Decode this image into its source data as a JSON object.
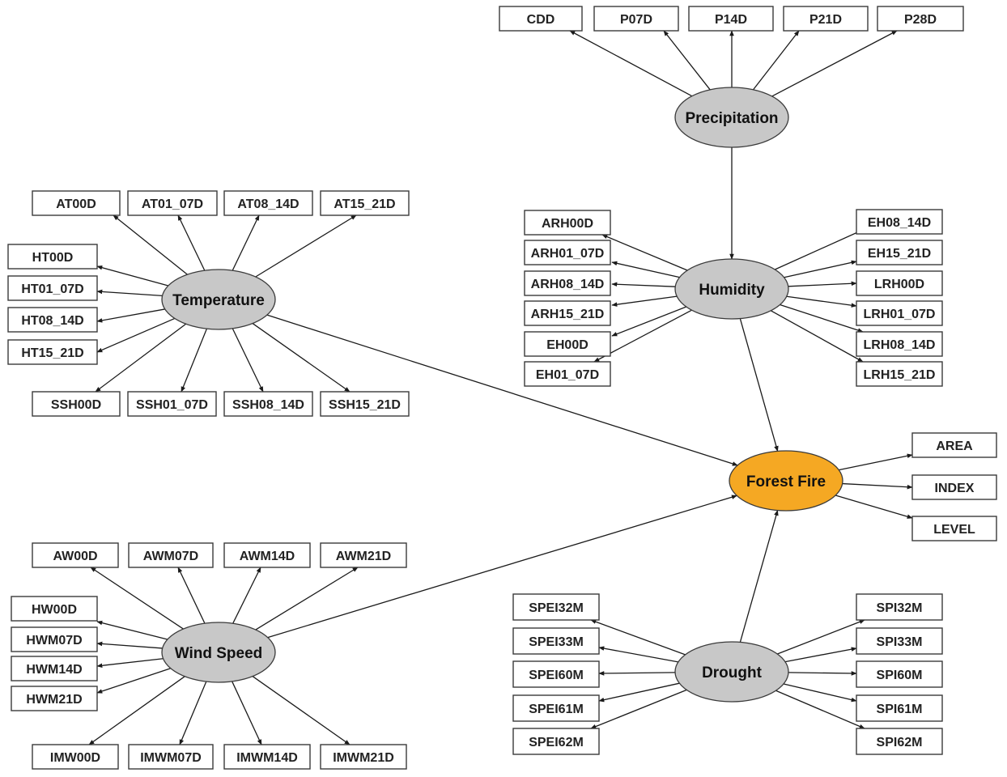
{
  "constructs": {
    "precipitation": "Precipitation",
    "temperature": "Temperature",
    "humidity": "Humidity",
    "forest_fire": "Forest Fire",
    "wind_speed": "Wind Speed",
    "drought": "Drought"
  },
  "indicators": {
    "precipitation": [
      "CDD",
      "P07D",
      "P14D",
      "P21D",
      "P28D"
    ],
    "temperature": [
      "AT00D",
      "AT01_07D",
      "AT08_14D",
      "AT15_21D",
      "HT00D",
      "HT01_07D",
      "HT08_14D",
      "HT15_21D",
      "SSH00D",
      "SSH01_07D",
      "SSH08_14D",
      "SSH15_21D"
    ],
    "humidity": [
      "ARH00D",
      "ARH01_07D",
      "ARH08_14D",
      "ARH15_21D",
      "EH00D",
      "EH01_07D",
      "EH08_14D",
      "EH15_21D",
      "LRH00D",
      "LRH01_07D",
      "LRH08_14D",
      "LRH15_21D"
    ],
    "forest_fire": [
      "AREA",
      "INDEX",
      "LEVEL"
    ],
    "wind_speed": [
      "AW00D",
      "AWM07D",
      "AWM14D",
      "AWM21D",
      "HW00D",
      "HWM07D",
      "HWM14D",
      "HWM21D",
      "IMW00D",
      "IMWM07D",
      "IMWM14D",
      "IMWM21D"
    ],
    "drought": [
      "SPEI32M",
      "SPEI33M",
      "SPEI60M",
      "SPEI61M",
      "SPEI62M",
      "SPI32M",
      "SPI33M",
      "SPI60M",
      "SPI61M",
      "SPI62M"
    ]
  },
  "structural_paths": [
    {
      "from": "precipitation",
      "to": "humidity"
    },
    {
      "from": "temperature",
      "to": "forest_fire"
    },
    {
      "from": "humidity",
      "to": "forest_fire"
    },
    {
      "from": "wind_speed",
      "to": "forest_fire"
    },
    {
      "from": "drought",
      "to": "forest_fire"
    }
  ],
  "colors": {
    "construct_fill": "#c8c8c8",
    "target_fill": "#f5a823",
    "indicator_fill": "#ffffff",
    "line": "#1a1a1a"
  }
}
